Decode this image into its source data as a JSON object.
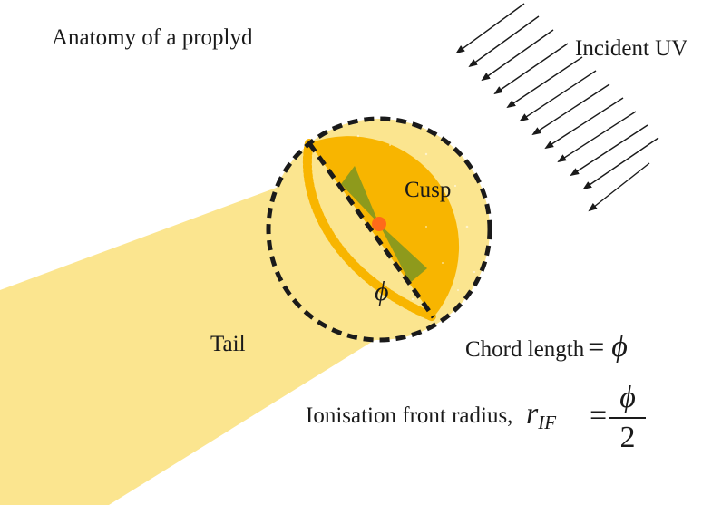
{
  "title": "Anatomy of a proplyd",
  "labels": {
    "incident": "Incident UV",
    "cusp": "Cusp",
    "tail": "Tail",
    "phi": "ϕ"
  },
  "chord": {
    "text": "Chord length",
    "equals": "=",
    "symbol": "ϕ"
  },
  "ionisation": {
    "text": "Ionisation front radius,",
    "r": "r",
    "sub": "IF",
    "equals": "=",
    "numerator": "ϕ",
    "denominator": "2"
  },
  "colors": {
    "tail": "#fbe58f",
    "cusp": "#f8b500",
    "disk": "#8e9a1c",
    "star": "#ff6a1a",
    "outline": "#1a1a1a"
  }
}
